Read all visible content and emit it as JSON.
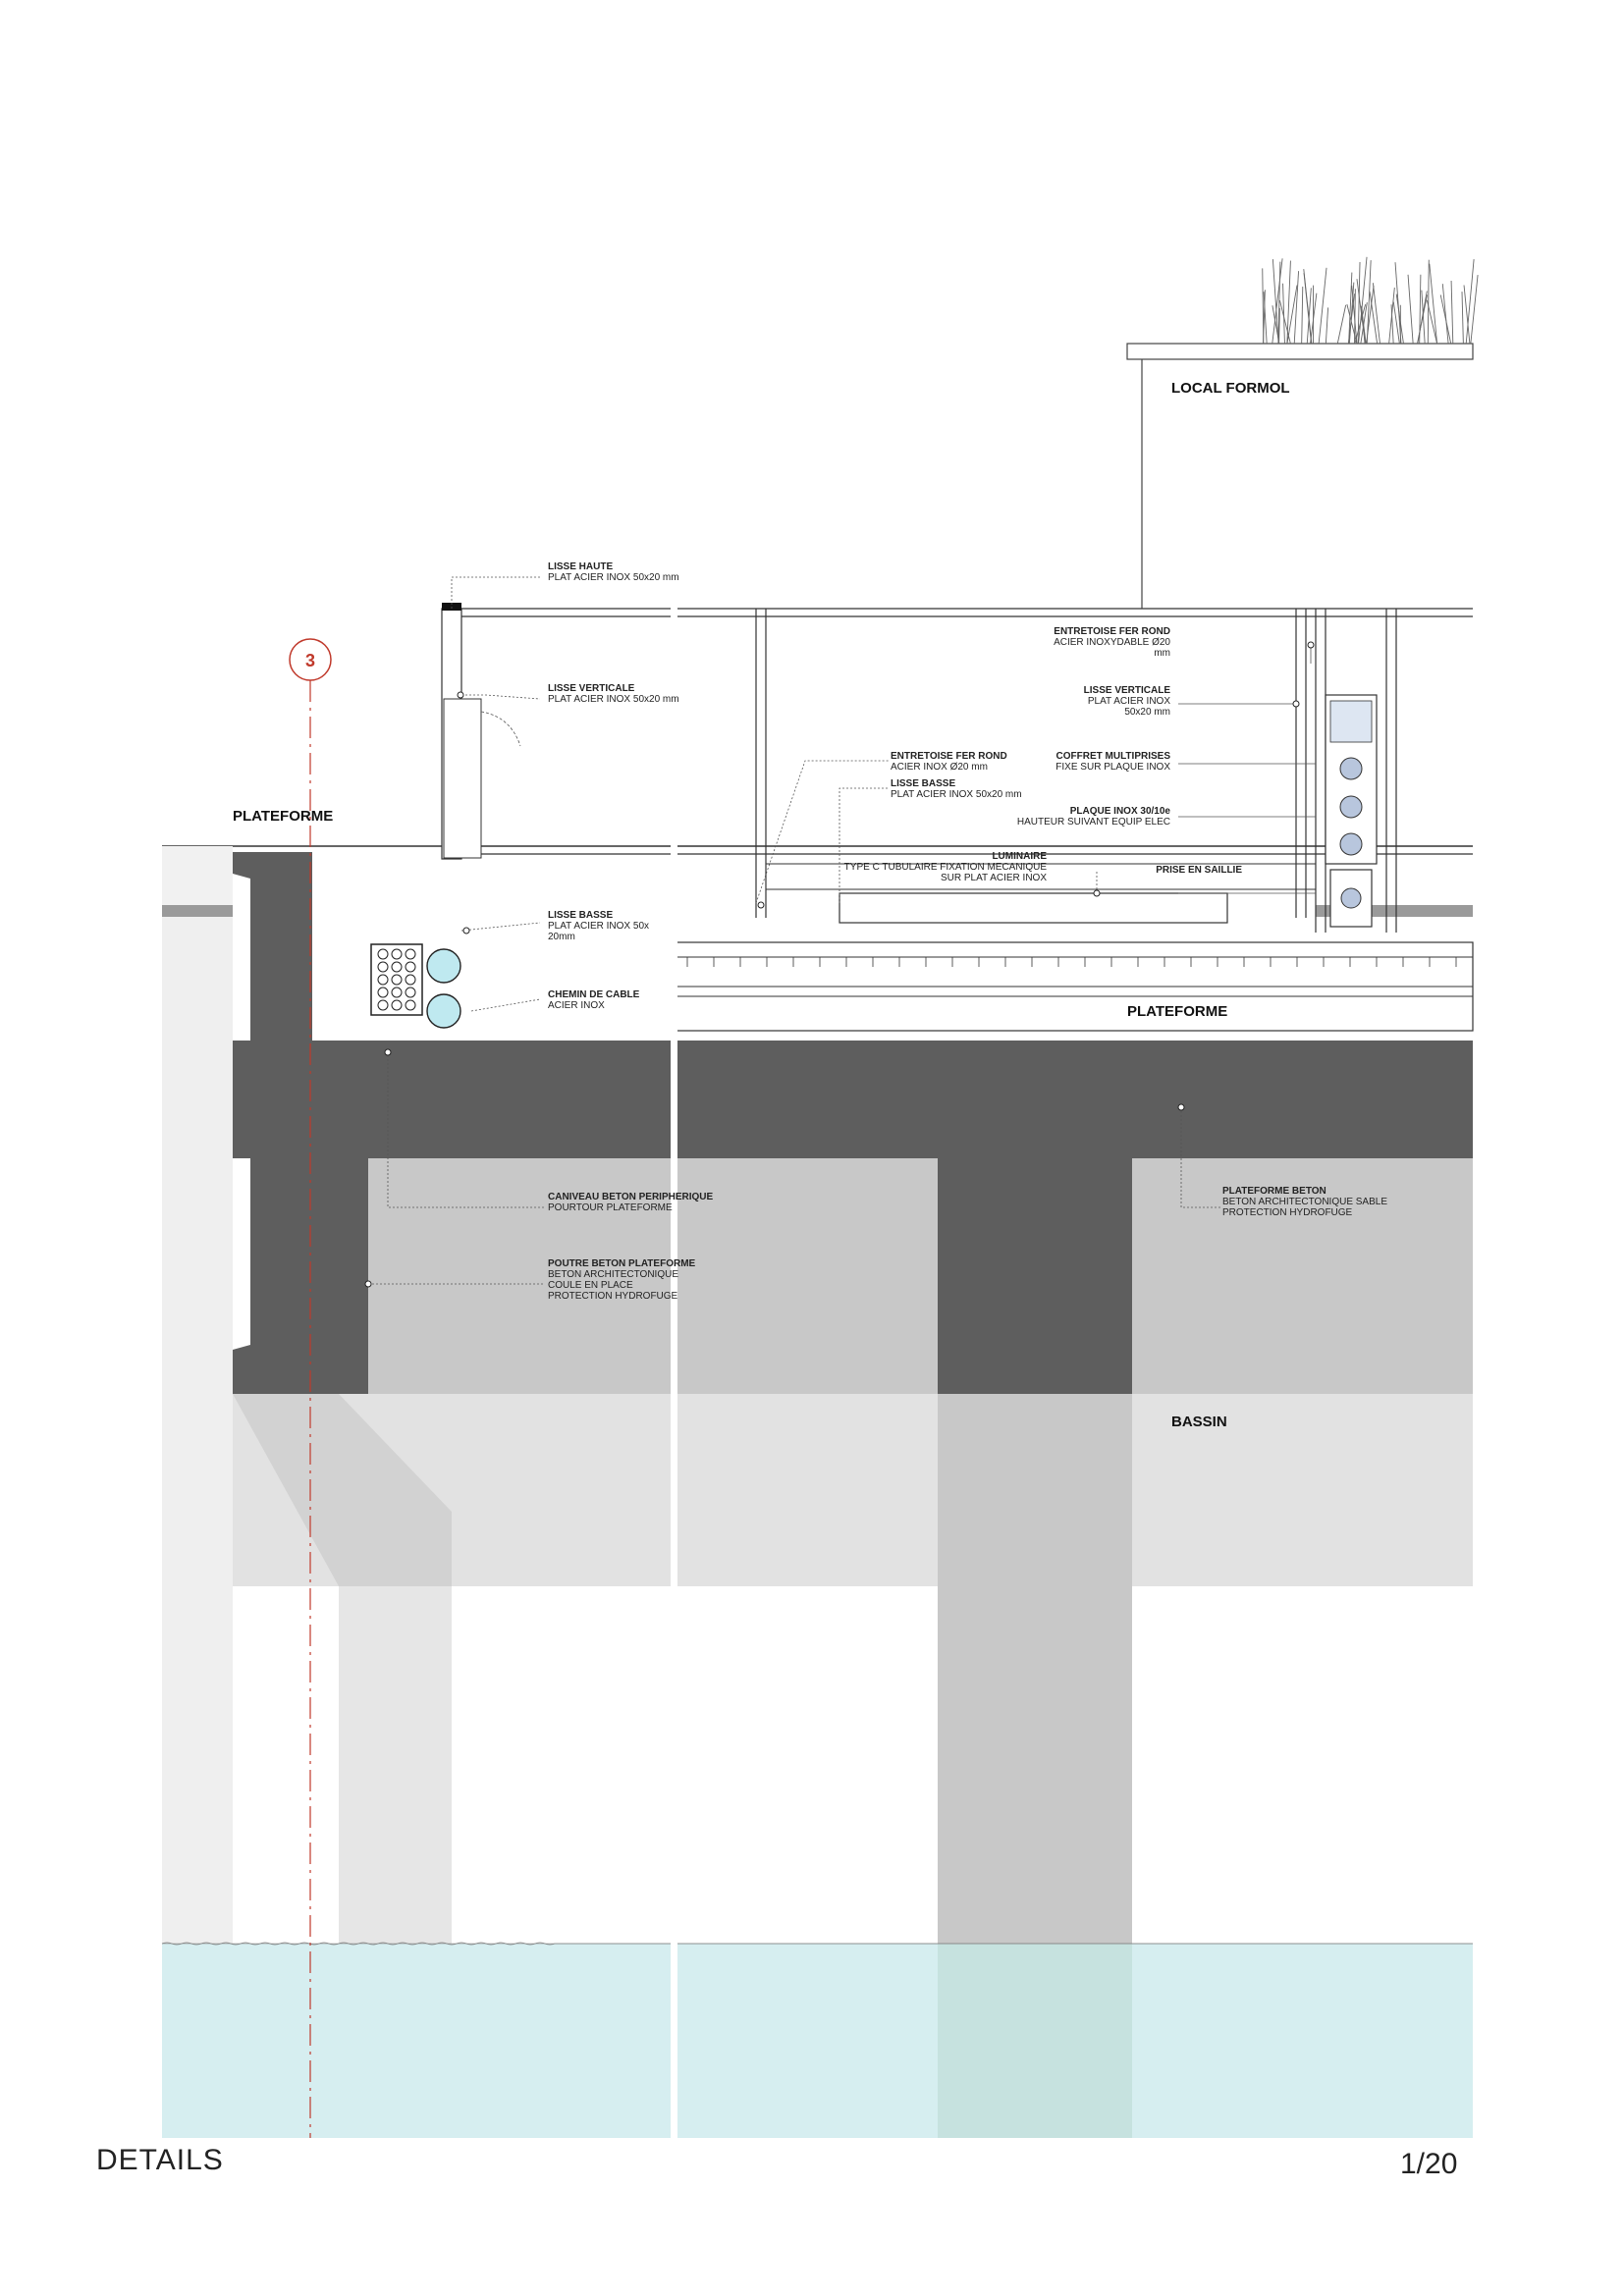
{
  "footer": {
    "title": "DETAILS",
    "scale": "1/20"
  },
  "section_marker": "3",
  "labels": {
    "local_formol": "LOCAL FORMOL",
    "plateforme_left": "PLATEFORME",
    "plateforme_deck": "PLATEFORME",
    "bassin": "BASSIN",
    "lisse_haute": [
      "LISSE HAUTE",
      "PLAT ACIER INOX 50x20 mm"
    ],
    "lisse_verticale_left": [
      "LISSE VERTICALE",
      "PLAT ACIER INOX 50x20 mm"
    ],
    "entretoise_left": [
      "ENTRETOISE FER ROND",
      "ACIER INOX Ø20 mm"
    ],
    "lisse_basse_mid": [
      "LISSE BASSE",
      "PLAT ACIER INOX 50x20 mm"
    ],
    "luminaire": [
      "LUMINAIRE",
      "TYPE C TUBULAIRE FIXATION MECANIQUE",
      "SUR PLAT ACIER INOX"
    ],
    "entretoise_right": [
      "ENTRETOISE FER ROND",
      "ACIER INOXYDABLE Ø20",
      "mm"
    ],
    "lisse_verticale_right": [
      "LISSE VERTICALE",
      "PLAT ACIER INOX",
      "50x20 mm"
    ],
    "coffret": [
      "COFFRET MULTIPRISES",
      "FIXE SUR PLAQUE INOX"
    ],
    "plaque": [
      "PLAQUE INOX 30/10e",
      "HAUTEUR SUIVANT EQUIP ELEC"
    ],
    "prise": [
      "PRISE EN SAILLIE"
    ],
    "lisse_basse_left": [
      "LISSE BASSE",
      "PLAT ACIER INOX 50x",
      "20mm"
    ],
    "chemin": [
      "CHEMIN DE CABLE",
      "ACIER INOX"
    ],
    "caniveau": [
      "CANIVEAU BETON PERIPHERIQUE",
      "POURTOUR PLATEFORME"
    ],
    "poutre": [
      "POUTRE BETON PLATEFORME",
      "BETON ARCHITECTONIQUE",
      "COULE EN PLACE",
      "PROTECTION HYDROFUGE"
    ],
    "plateforme_beton": [
      "PLATEFORME BETON",
      "BETON ARCHITECTONIQUE SABLE",
      "PROTECTION HYDROFUGE"
    ]
  },
  "colors": {
    "concrete_dark": "#5e5e5e",
    "concrete_mid": "#c8c8c8",
    "concrete_light": "#e2e2e2",
    "water": "#d6eef0",
    "axis_red": "#c0392b"
  }
}
